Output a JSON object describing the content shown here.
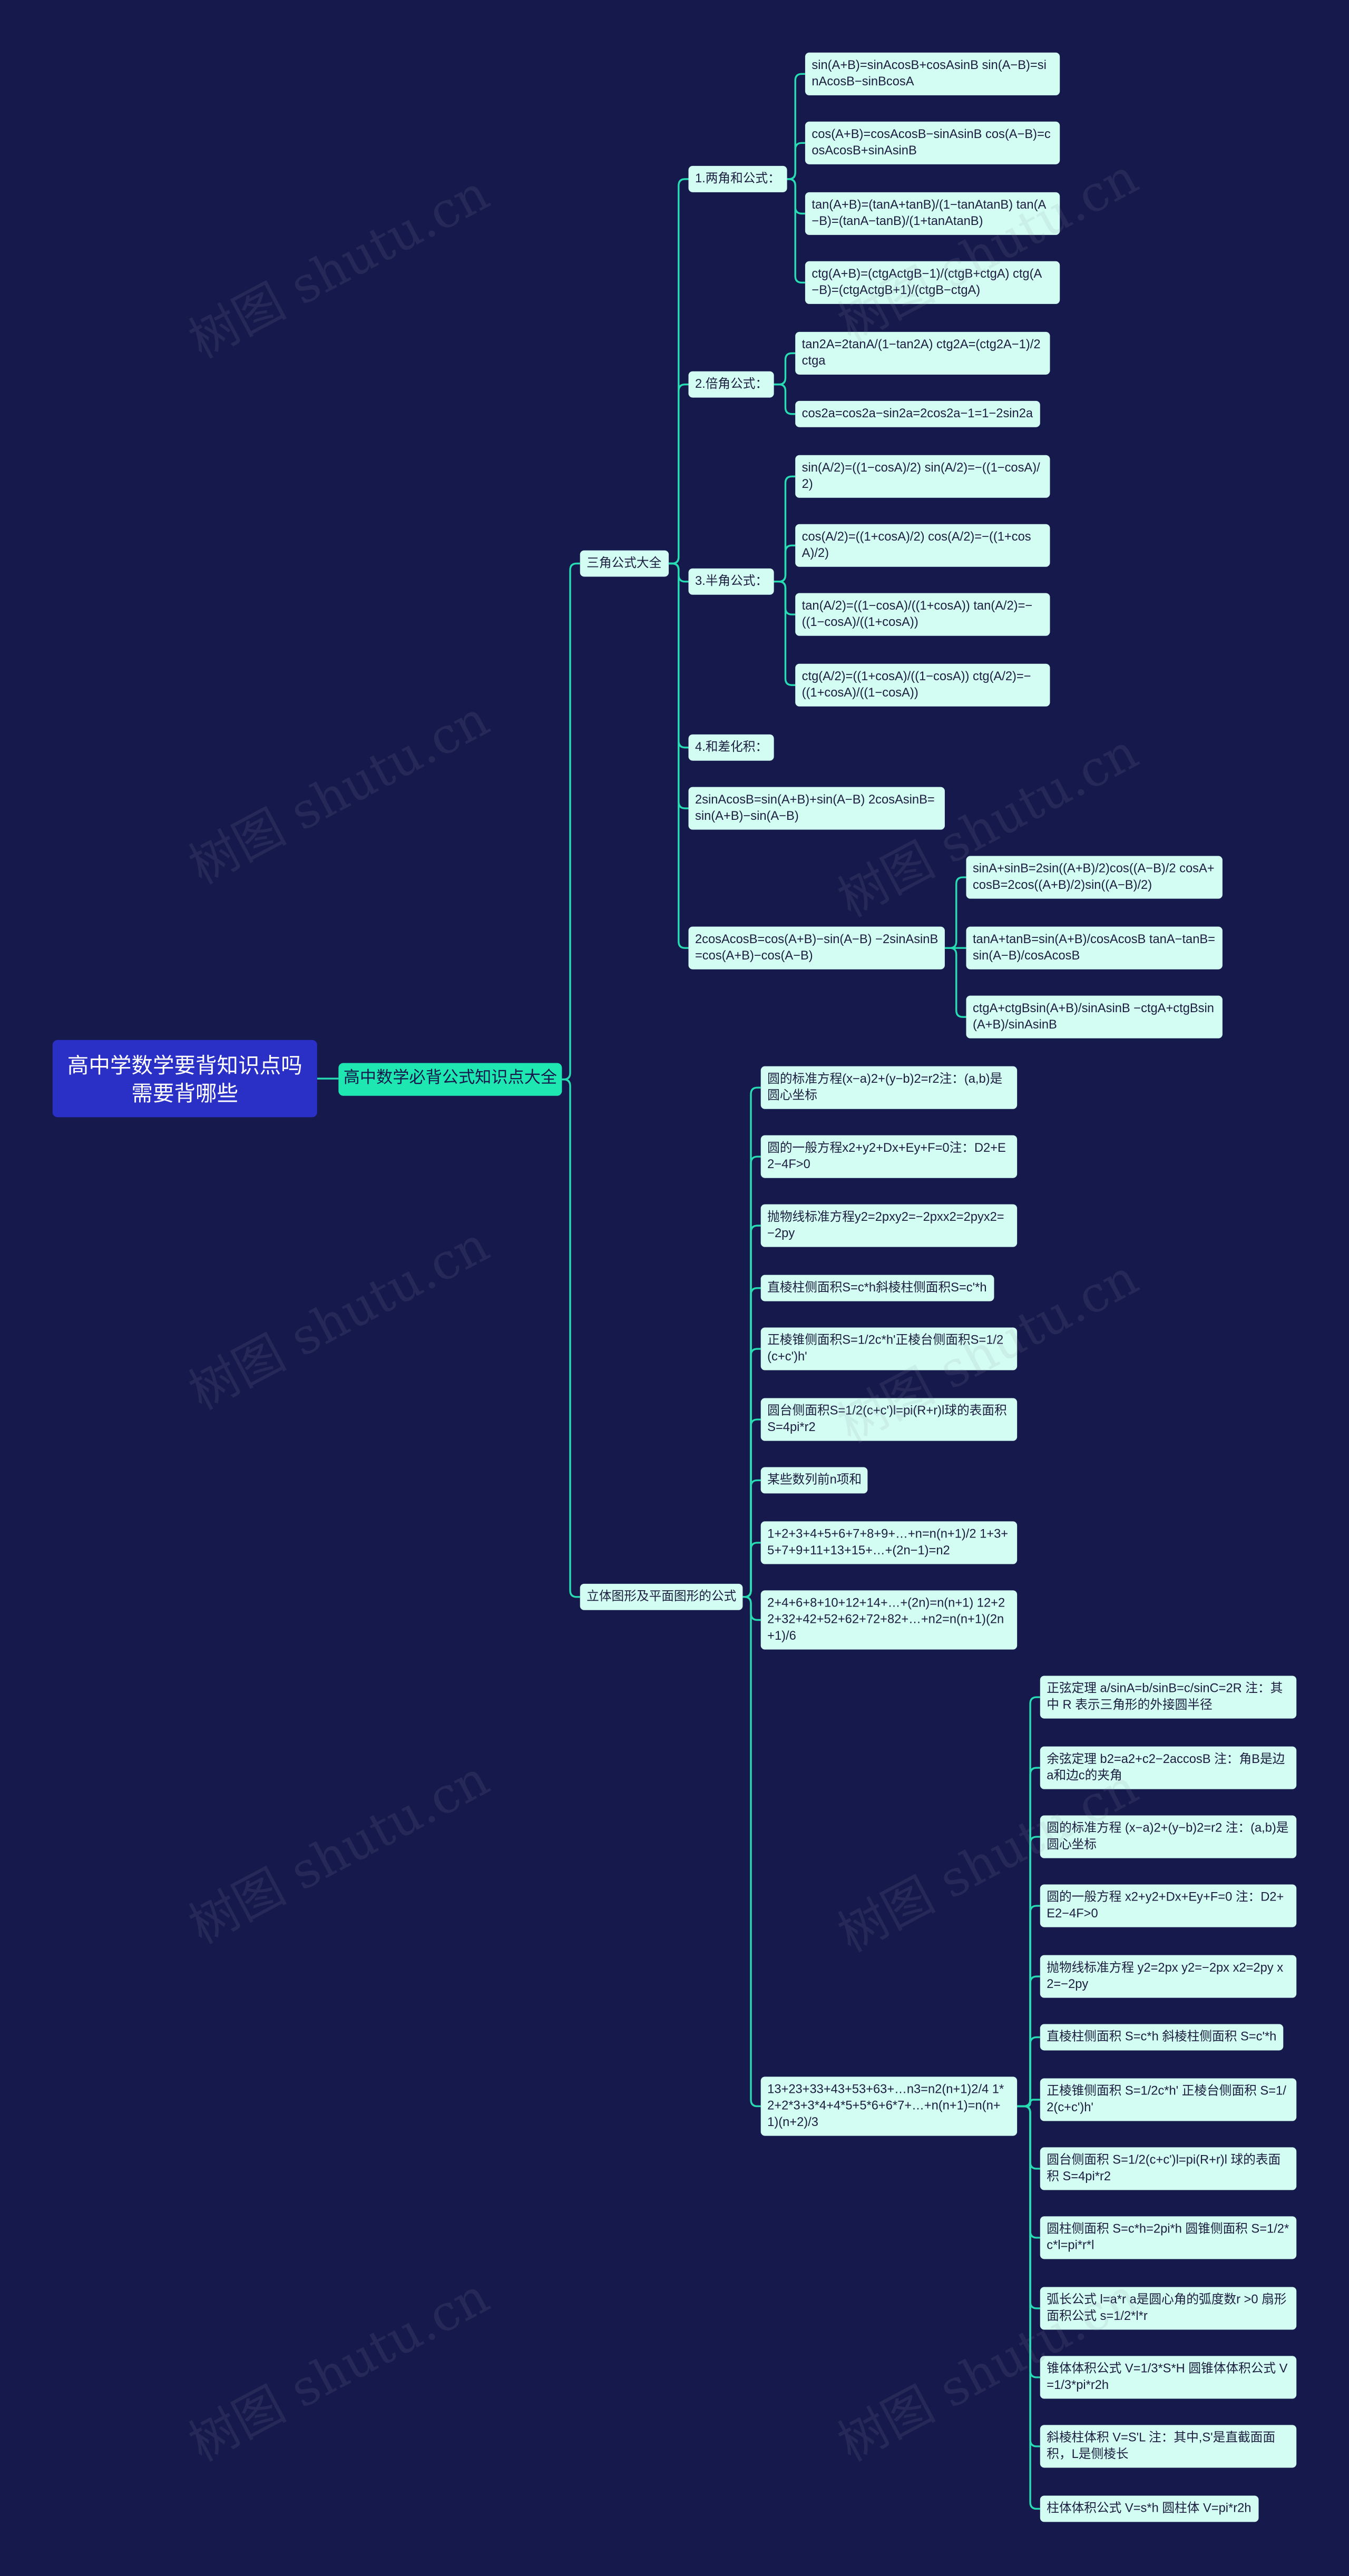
{
  "watermark": "树图 shutu.cn",
  "colors": {
    "background": "#16194b",
    "root": "#2a2fc6",
    "main": "#1fe7b1",
    "node": "#d3fdf2",
    "line": "#27dcb2",
    "text": "#1b1e3f"
  },
  "mindmap": {
    "root": "高中学数学要背知识点吗需要背哪些",
    "main": "高中数学必背公式知识点大全",
    "trig": {
      "label": "三角公式大全",
      "sum_difference": {
        "label": "1.两角和公式：",
        "items": [
          "sin(A+B)=sinAcosB+cosAsinB sin(A−B)=sinAcosB−sinBcosA",
          "cos(A+B)=cosAcosB−sinAsinB cos(A−B)=cosAcosB+sinAsinB",
          "tan(A+B)=(tanA+tanB)/(1−tanAtanB) tan(A−B)=(tanA−tanB)/(1+tanAtanB)",
          "ctg(A+B)=(ctgActgB−1)/(ctgB+ctgA) ctg(A−B)=(ctgActgB+1)/(ctgB−ctgA)"
        ]
      },
      "double_angle": {
        "label": "2.倍角公式：",
        "items": [
          "tan2A=2tanA/(1−tan2A) ctg2A=(ctg2A−1)/2ctga",
          "cos2a=cos2a−sin2a=2cos2a−1=1−2sin2a"
        ]
      },
      "half_angle": {
        "label": "3.半角公式：",
        "items": [
          "sin(A/2)=((1−cosA)/2) sin(A/2)=−((1−cosA)/2)",
          "cos(A/2)=((1+cosA)/2) cos(A/2)=−((1+cosA)/2)",
          "tan(A/2)=((1−cosA)/((1+cosA)) tan(A/2)=−((1−cosA)/((1+cosA))",
          "ctg(A/2)=((1+cosA)/((1−cosA)) ctg(A/2)=−((1+cosA)/((1−cosA))"
        ]
      },
      "sum_to_product": {
        "label": "4.和差化积："
      },
      "product_sin": {
        "label": "2sinAcosB=sin(A+B)+sin(A−B) 2cosAsinB=sin(A+B)−sin(A−B)"
      },
      "product_cos": {
        "label": "2cosAcosB=cos(A+B)−sin(A−B) −2sinAsinB=cos(A+B)−cos(A−B)",
        "items": [
          "sinA+sinB=2sin((A+B)/2)cos((A−B)/2 cosA+cosB=2cos((A+B)/2)sin((A−B)/2)",
          "tanA+tanB=sin(A+B)/cosAcosB tanA−tanB=sin(A−B)/cosAcosB",
          "ctgA+ctgBsin(A+B)/sinAsinB −ctgA+ctgBsin(A+B)/sinAsinB"
        ]
      }
    },
    "geometry": {
      "label": "立体图形及平面图形的公式",
      "items": [
        "圆的标准方程(x−a)2+(y−b)2=r2注：(a,b)是圆心坐标",
        "圆的一般方程x2+y2+Dx+Ey+F=0注：D2+E2−4F>0",
        "抛物线标准方程y2=2pxy2=−2pxx2=2pyx2=−2py",
        "直棱柱侧面积S=c*h斜棱柱侧面积S=c'*h",
        "正棱锥侧面积S=1/2c*h'正棱台侧面积S=1/2(c+c')h'",
        "圆台侧面积S=1/2(c+c')l=pi(R+r)l球的表面积S=4pi*r2",
        "某些数列前n项和",
        "1+2+3+4+5+6+7+8+9+…+n=n(n+1)/2 1+3+5+7+9+11+13+15+…+(2n−1)=n2",
        "2+4+6+8+10+12+14+…+(2n)=n(n+1) 12+22+32+42+52+62+72+82+…+n2=n(n+1)(2n+1)/6"
      ],
      "series_sums": {
        "label": "13+23+33+43+53+63+…n3=n2(n+1)2/4 1*2+2*3+3*4+4*5+5*6+6*7+…+n(n+1)=n(n+1)(n+2)/3",
        "items": [
          "正弦定理 a/sinA=b/sinB=c/sinC=2R 注：其中 R 表示三角形的外接圆半径",
          "余弦定理 b2=a2+c2−2accosB 注：角B是边a和边c的夹角",
          "圆的标准方程 (x−a)2+(y−b)2=r2 注：(a,b)是圆心坐标",
          "圆的一般方程 x2+y2+Dx+Ey+F=0 注：D2+E2−4F>0",
          "抛物线标准方程 y2=2px y2=−2px x2=2py x2=−2py",
          "直棱柱侧面积 S=c*h 斜棱柱侧面积 S=c'*h",
          "正棱锥侧面积 S=1/2c*h' 正棱台侧面积 S=1/2(c+c')h'",
          "圆台侧面积 S=1/2(c+c')l=pi(R+r)l 球的表面积 S=4pi*r2",
          "圆柱侧面积 S=c*h=2pi*h 圆锥侧面积 S=1/2*c*l=pi*r*l",
          "弧长公式 l=a*r a是圆心角的弧度数r >0 扇形面积公式 s=1/2*l*r",
          "锥体体积公式 V=1/3*S*H 圆锥体体积公式 V=1/3*pi*r2h",
          "斜棱柱体积 V=S'L 注：其中,S'是直截面面积，L是侧棱长",
          "柱体体积公式 V=s*h 圆柱体 V=pi*r2h"
        ]
      }
    }
  }
}
